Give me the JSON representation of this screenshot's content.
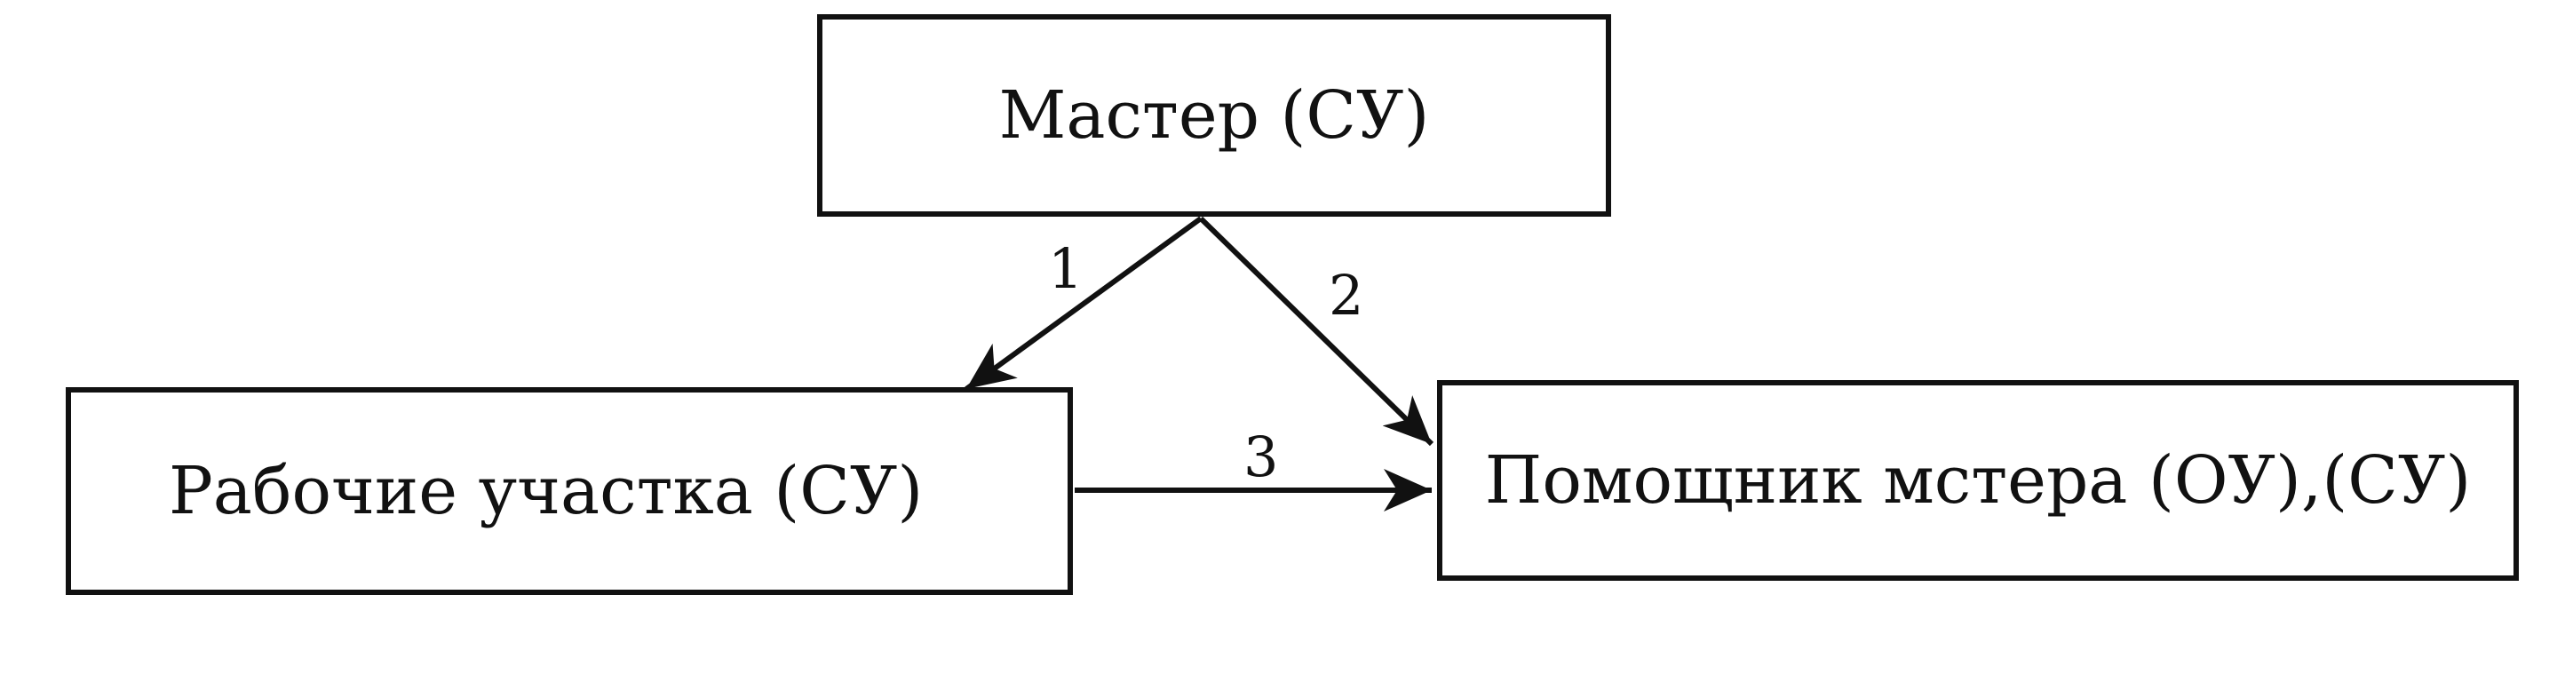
{
  "diagram": {
    "nodes": {
      "master": "Мастер (СУ)",
      "workers": "Рабочие участка (СУ)",
      "assistant": "Помощник мстера (ОУ),(СУ)"
    },
    "edges": [
      {
        "from": "master",
        "to": "workers",
        "label": "1"
      },
      {
        "from": "master",
        "to": "assistant",
        "label": "2"
      },
      {
        "from": "workers",
        "to": "assistant",
        "label": "3"
      }
    ],
    "line_color": "#111111",
    "background": "#ffffff"
  }
}
